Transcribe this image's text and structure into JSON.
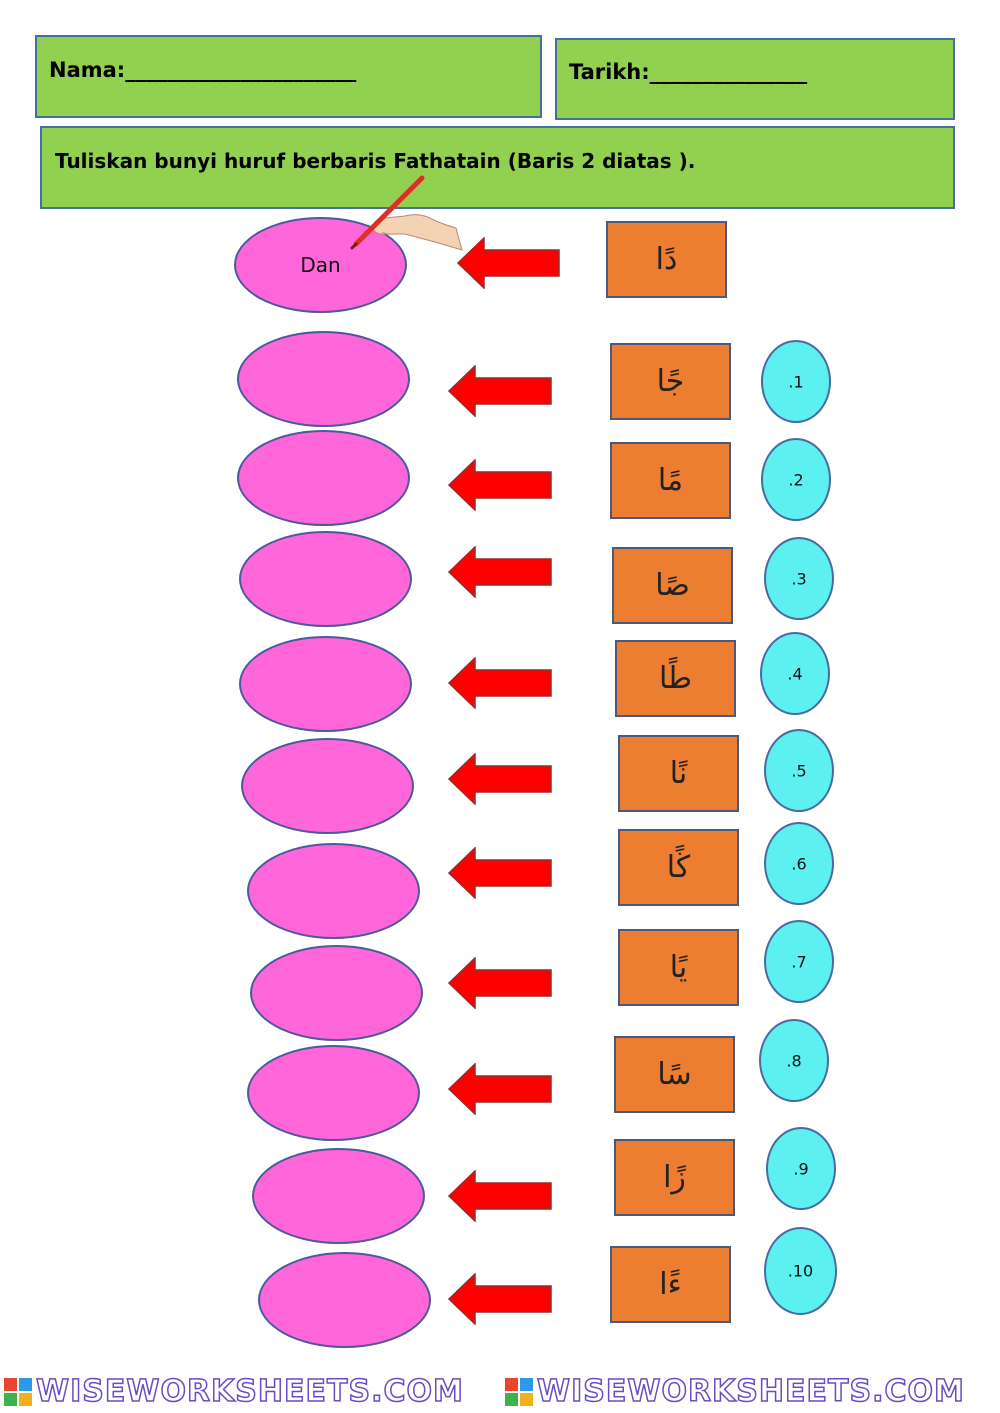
{
  "header": {
    "name_label": "Nama:______________________",
    "date_label": "Tarikh:_______________",
    "instruction": "Tuliskan bunyi huruf berbaris Fathatain (Baris 2 diatas )."
  },
  "example": {
    "answer": "Dan",
    "letter": "دًا"
  },
  "items": [
    {
      "number": ".1",
      "letter": "جًا"
    },
    {
      "number": ".2",
      "letter": "مًا"
    },
    {
      "number": ".3",
      "letter": "صًا"
    },
    {
      "number": ".4",
      "letter": "طًا"
    },
    {
      "number": ".5",
      "letter": "نًا"
    },
    {
      "number": ".6",
      "letter": "ڬًا"
    },
    {
      "number": ".7",
      "letter": "يًا"
    },
    {
      "number": ".8",
      "letter": "سًا"
    },
    {
      "number": ".9",
      "letter": "زًا"
    },
    {
      "number": ".10",
      "letter": "ءًا"
    }
  ],
  "footer": {
    "brand": "WISEWORKSHEETS.COM",
    "brand_repeat": "WISEWORKSHEETS.COM"
  },
  "colors": {
    "header_green": "#92d050",
    "oval_pink": "#ff66d9",
    "tile_orange": "#ed7d31",
    "number_cyan": "#5cf0f0",
    "arrow_red": "#ff0000"
  },
  "icons": {
    "hand": "hand-holding-pencil-icon",
    "arrow": "arrow-left-icon"
  }
}
